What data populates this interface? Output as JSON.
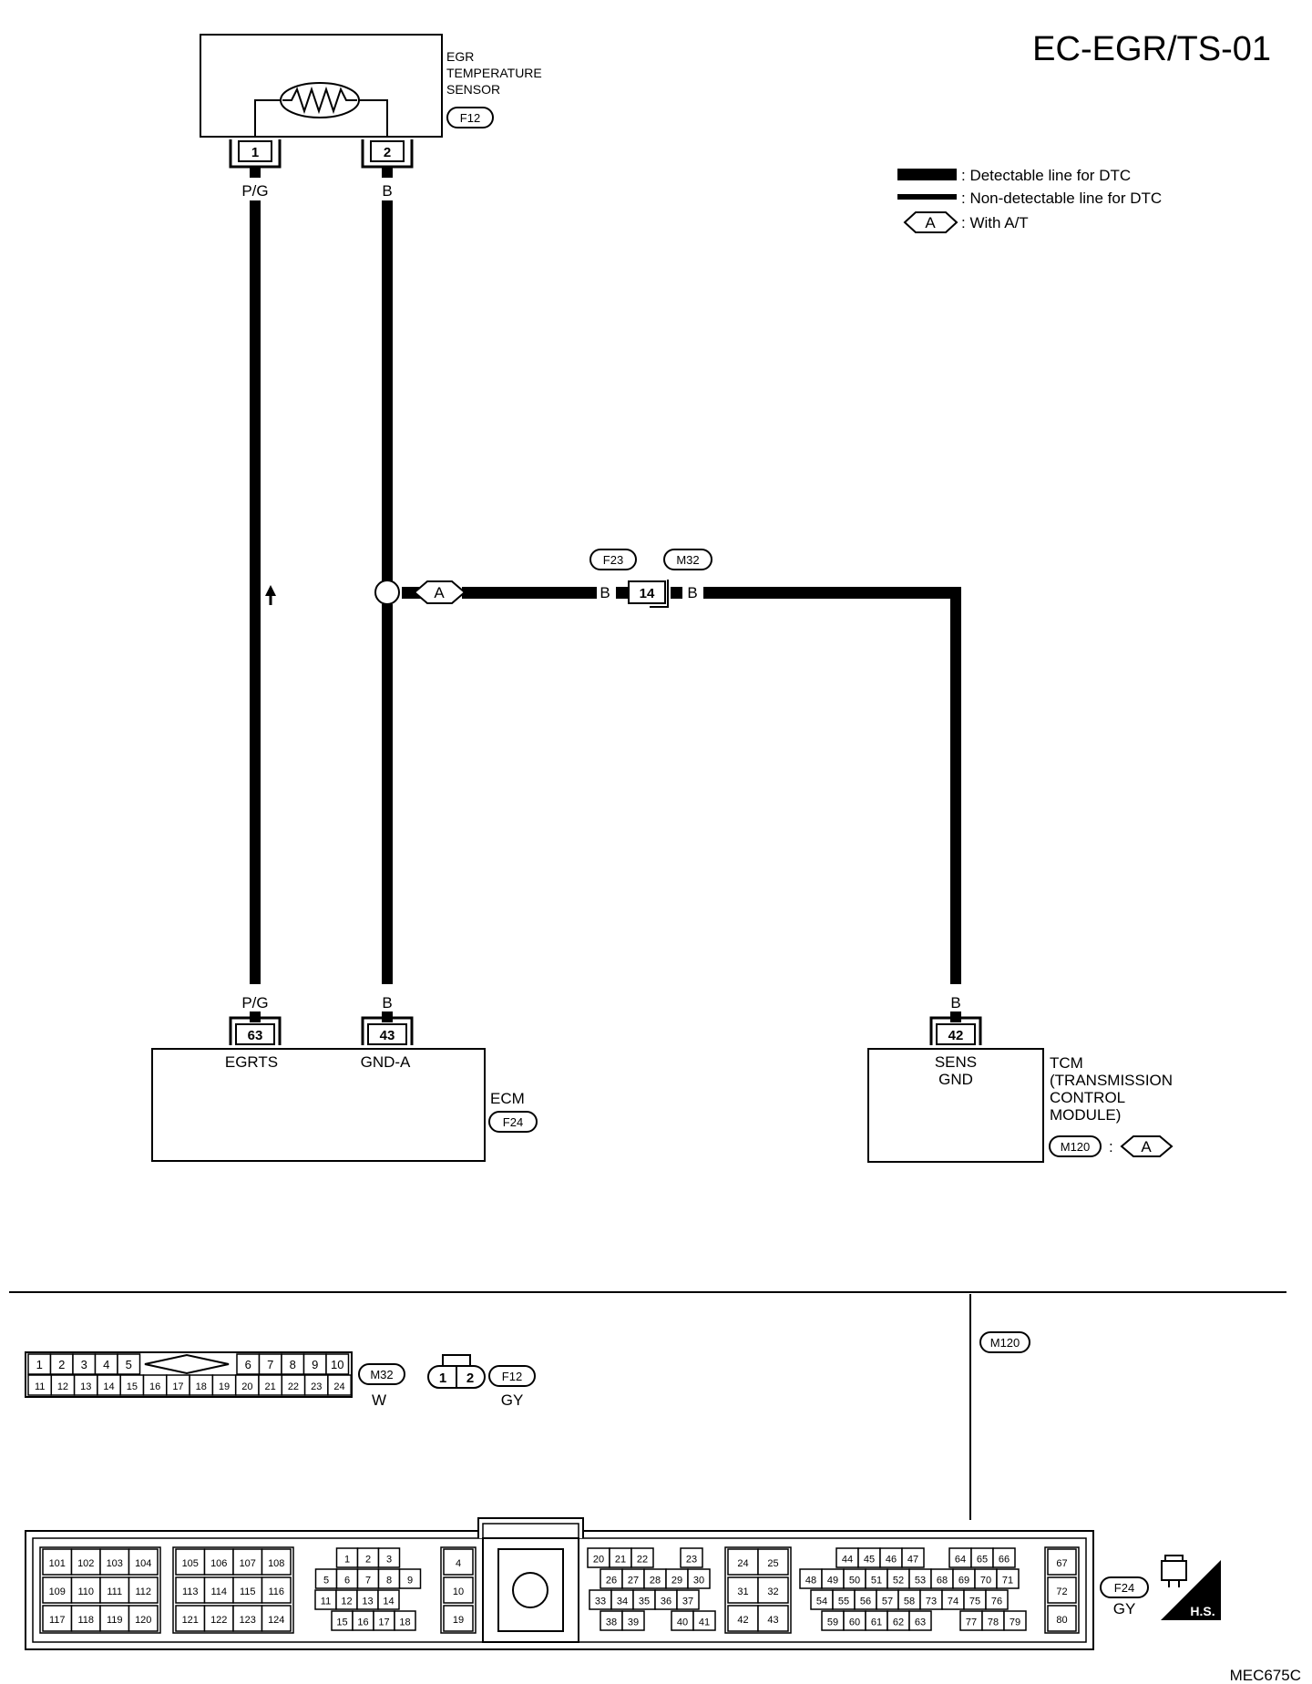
{
  "page": {
    "title": "EC-EGR/TS-01",
    "figure_id": "MEC675C"
  },
  "legend": {
    "detectable": ": Detectable line for DTC",
    "non_detectable": ": Non-detectable line for DTC",
    "with_at_tag": "A",
    "with_at_text": ": With A/T"
  },
  "egr_sensor": {
    "name_lines": [
      "EGR",
      "TEMPERATURE",
      "SENSOR"
    ],
    "connector": "F12",
    "pins": [
      "1",
      "2"
    ],
    "wire_colors": [
      "P/G",
      "B"
    ]
  },
  "junction": {
    "option_tag": "A",
    "connector_left": "F23",
    "connector_right": "M32",
    "pin": "14",
    "wire_left": "B",
    "wire_right": "B"
  },
  "ecm": {
    "name": "ECM",
    "connector": "F24",
    "pins": [
      "63",
      "43"
    ],
    "pin_labels": [
      "EGRTS",
      "GND-A"
    ],
    "wire_colors": [
      "P/G",
      "B"
    ]
  },
  "tcm": {
    "name_lines": [
      "TCM",
      "(TRANSMISSION",
      "CONTROL",
      "MODULE)"
    ],
    "connector": "M120",
    "option_sep": ":",
    "option_tag": "A",
    "pin": "42",
    "pin_label_lines": [
      "SENS",
      "GND"
    ],
    "wire_color": "B"
  },
  "connectors": {
    "m32": {
      "id": "M32",
      "color": "W",
      "row1_left": [
        "1",
        "2",
        "3",
        "4",
        "5"
      ],
      "row1_right": [
        "6",
        "7",
        "8",
        "9",
        "10"
      ],
      "row2": [
        "11",
        "12",
        "13",
        "14",
        "15",
        "16",
        "17",
        "18",
        "19",
        "20",
        "21",
        "22",
        "23",
        "24"
      ]
    },
    "f12": {
      "id": "F12",
      "color": "GY",
      "pins": [
        "1",
        "2"
      ]
    },
    "m120": {
      "id": "M120"
    },
    "f24": {
      "id": "F24",
      "color": "GY",
      "block1": [
        [
          "101",
          "102",
          "103",
          "104"
        ],
        [
          "109",
          "110",
          "111",
          "112"
        ],
        [
          "117",
          "118",
          "119",
          "120"
        ]
      ],
      "block2": [
        [
          "105",
          "106",
          "107",
          "108"
        ],
        [
          "113",
          "114",
          "115",
          "116"
        ],
        [
          "121",
          "122",
          "123",
          "124"
        ]
      ],
      "block3": [
        [
          "1",
          "2",
          "3"
        ],
        [
          "5",
          "6",
          "7",
          "8",
          "9"
        ],
        [
          "11",
          "12",
          "13",
          "14"
        ],
        [
          "15",
          "16",
          "17",
          "18"
        ]
      ],
      "block4": [
        "4",
        "10",
        "19"
      ],
      "block5": [
        [
          "20",
          "21",
          "22",
          "23"
        ],
        [
          "26",
          "27",
          "28",
          "29",
          "30"
        ],
        [
          "33",
          "34",
          "35",
          "36",
          "37"
        ],
        [
          "38",
          "39",
          "40",
          "41"
        ]
      ],
      "block6": [
        [
          "24",
          "25"
        ],
        [
          "31",
          "32"
        ],
        [
          "42",
          "43"
        ]
      ],
      "block7": [
        [
          "44",
          "45",
          "46",
          "47",
          "64",
          "65",
          "66"
        ],
        [
          "48",
          "49",
          "50",
          "51",
          "52",
          "53",
          "68",
          "69",
          "70",
          "71"
        ],
        [
          "54",
          "55",
          "56",
          "57",
          "58",
          "73",
          "74",
          "75",
          "76"
        ],
        [
          "59",
          "60",
          "61",
          "62",
          "63",
          "77",
          "78",
          "79"
        ]
      ],
      "block8": [
        "67",
        "72",
        "80"
      ]
    },
    "hs_badge": "H.S."
  }
}
